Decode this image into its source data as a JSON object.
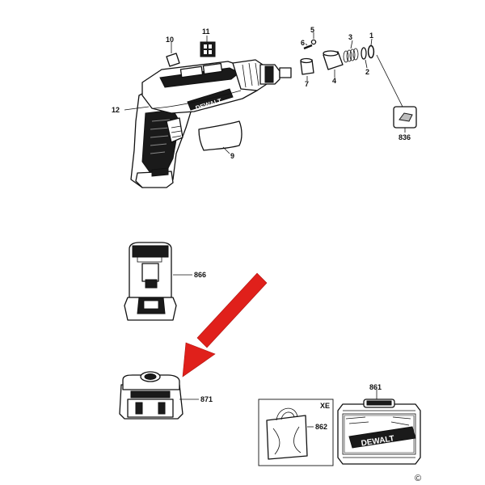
{
  "labels": {
    "p1": "1",
    "p2": "2",
    "p3": "3",
    "p4": "4",
    "p5": "5",
    "p6": "6",
    "p7": "7",
    "p9": "9",
    "p10": "10",
    "p11": "11",
    "p12": "12",
    "p836": "836",
    "p861": "861",
    "p862": "862",
    "p866": "866",
    "p871": "871"
  },
  "brand_text": "DEWALT",
  "region_tag": "XE",
  "copyright": "©",
  "colors": {
    "arrow": "#e0201b",
    "ink": "#111111",
    "shade": "#1a1a1a"
  }
}
